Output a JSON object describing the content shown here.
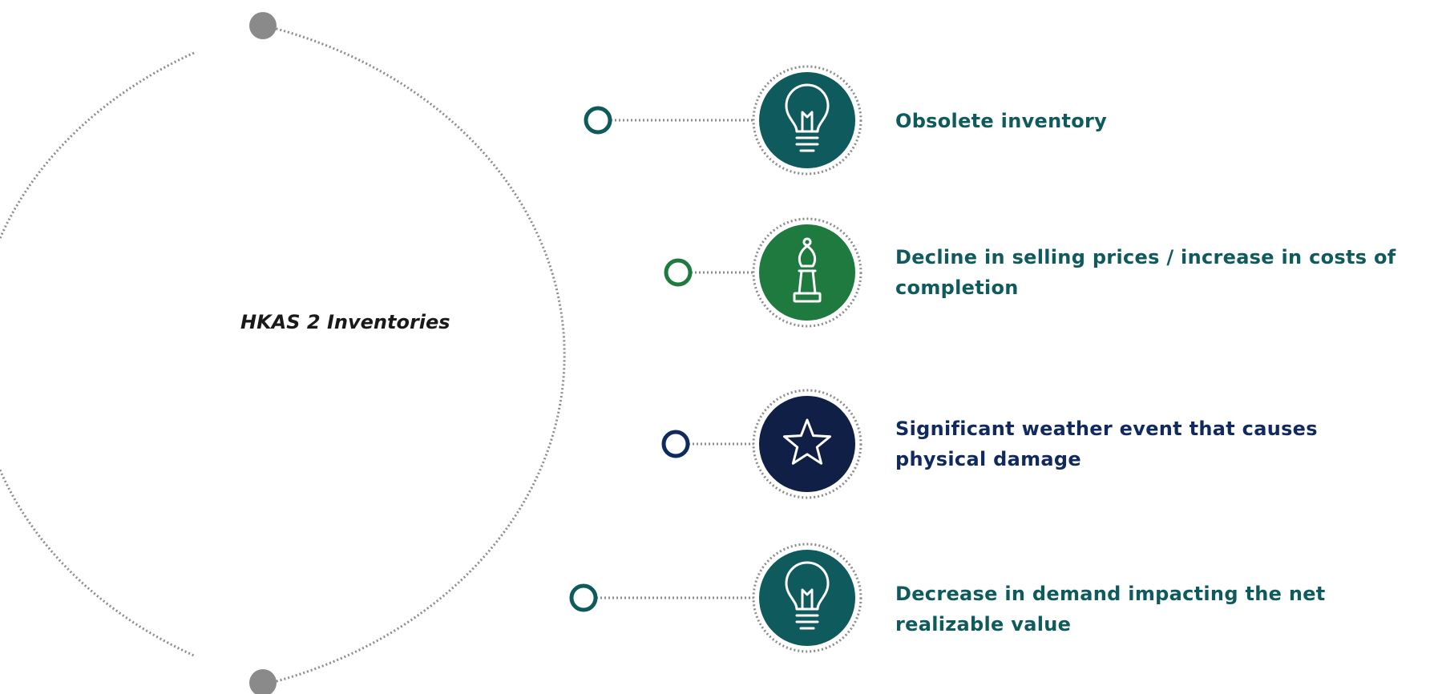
{
  "center_label": "HKAS 2 Inventories",
  "items": [
    {
      "lines": [
        "Obsolete inventory"
      ],
      "icon": "lightbulb-icon",
      "color": "#0e5a5c",
      "text_color": "#0e5a5c"
    },
    {
      "lines": [
        "Decline in selling prices / increase in costs of",
        "completion"
      ],
      "icon": "chess-bishop-icon",
      "color": "#1f7a3f",
      "text_color": "#0e5a5c"
    },
    {
      "lines": [
        "Significant weather event that causes",
        "physical damage"
      ],
      "icon": "star-icon",
      "color": "#0f1f45",
      "text_color": "#102a5e"
    },
    {
      "lines": [
        "Decrease in demand impacting the net",
        "realizable value"
      ],
      "icon": "lightbulb-icon",
      "color": "#0e5a5c",
      "text_color": "#0e5a5c"
    }
  ],
  "colors": {
    "dotted_line": "#8c8c8c",
    "end_dot": "#8a8a8a",
    "background": "#ffffff"
  }
}
